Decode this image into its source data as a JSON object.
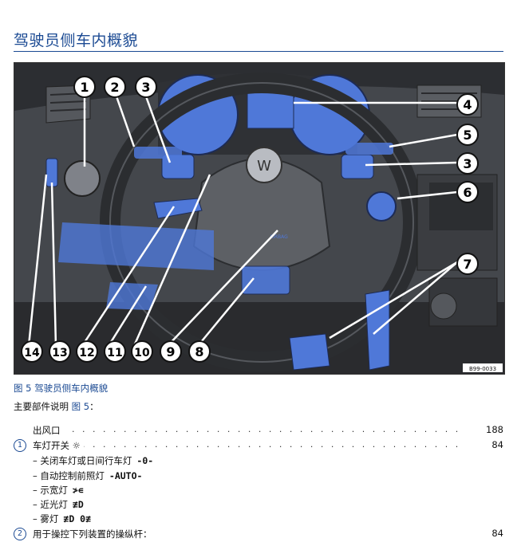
{
  "header": {
    "title": "驾驶员侧车内概貌"
  },
  "figure": {
    "code": "B99-0033",
    "airbag_text": "AIRBAG",
    "callouts": [
      "1",
      "2",
      "3",
      "4",
      "5",
      "3",
      "6",
      "7",
      "8",
      "9",
      "10",
      "11",
      "12",
      "13",
      "14"
    ],
    "colors": {
      "highlight": "#4f78d8",
      "callout_bg": "#ffffff",
      "dash": "#3a3d42"
    }
  },
  "caption": {
    "text": "图 5  驾驶员侧车内概貌"
  },
  "intro": {
    "text": "主要部件说明 ",
    "ref": "图 5",
    "colon": "："
  },
  "entries": [
    {
      "num": "",
      "label": "出风口",
      "page": "188"
    },
    {
      "num": "1",
      "label": "车灯开关 ☼",
      "page": "84"
    }
  ],
  "sub_items": [
    {
      "text": "– 关闭车灯或日间行车灯",
      "symbol": "-0-"
    },
    {
      "text": "– 自动控制前照灯",
      "symbol": "-AUTO-"
    },
    {
      "text": "– 示宽灯",
      "symbol": "≯∊"
    },
    {
      "text": "– 近光灯",
      "symbol": "≢D"
    },
    {
      "text": "– 雾灯",
      "symbol": "≢D 0≢"
    }
  ],
  "last_entry": {
    "num": "2",
    "label": "用于操控下列装置的操纵杆：",
    "page": "84"
  },
  "dot_leader": ". . . . . . . . . . . . . . . . . . . . . . . . . . . . . . . . . . . . . . . . . . . . . . . . . . . . . . . . ."
}
